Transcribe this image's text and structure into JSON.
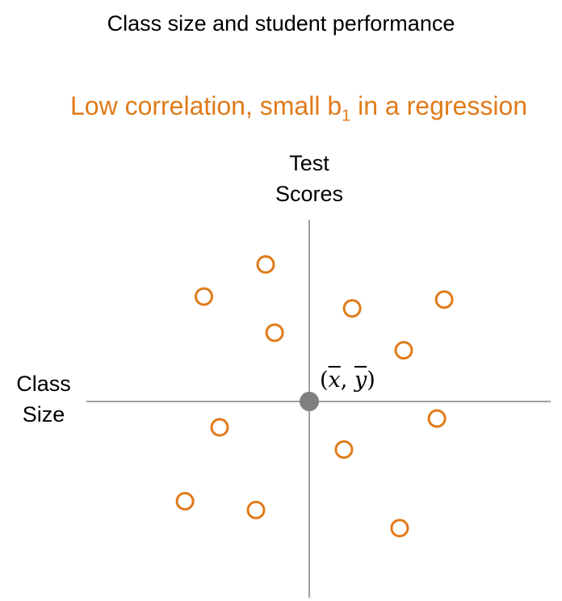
{
  "header": {
    "title": "Class size and student performance",
    "subtitle_main": "Low correlation, small b",
    "subtitle_sub": "1",
    "subtitle_rest": " in a regression"
  },
  "diagram": {
    "y_axis_label": "Test\nScores",
    "x_axis_label": "Class\nSize",
    "mean_point_label": {
      "open": "(",
      "x_sym": "x",
      "comma": ", ",
      "y_sym": "y",
      "close": ")"
    },
    "colors": {
      "points": "#E07B1A",
      "axes": "#808080",
      "mean_point": "#7F7F7F",
      "subtitle": "#E07B1A"
    }
  },
  "chart_data": {
    "type": "scatter",
    "title": "",
    "xlabel": "Class Size",
    "ylabel": "Test Scores",
    "grid": false,
    "mean_point": [
      0,
      0
    ],
    "points": [
      {
        "x": -1.8,
        "y": 2.65
      },
      {
        "x": -4.35,
        "y": 2.03
      },
      {
        "x": -1.43,
        "y": 1.33
      },
      {
        "x": 1.77,
        "y": 1.8
      },
      {
        "x": 5.57,
        "y": 1.97
      },
      {
        "x": 3.9,
        "y": 0.99
      },
      {
        "x": -3.7,
        "y": -0.5
      },
      {
        "x": 5.27,
        "y": -0.33
      },
      {
        "x": 1.43,
        "y": -0.93
      },
      {
        "x": -5.13,
        "y": -1.93
      },
      {
        "x": -2.2,
        "y": -2.1
      },
      {
        "x": 3.73,
        "y": -2.45
      }
    ],
    "xlim": [
      -9.2,
      10
    ],
    "ylim": [
      -3.7,
      3.8
    ]
  }
}
